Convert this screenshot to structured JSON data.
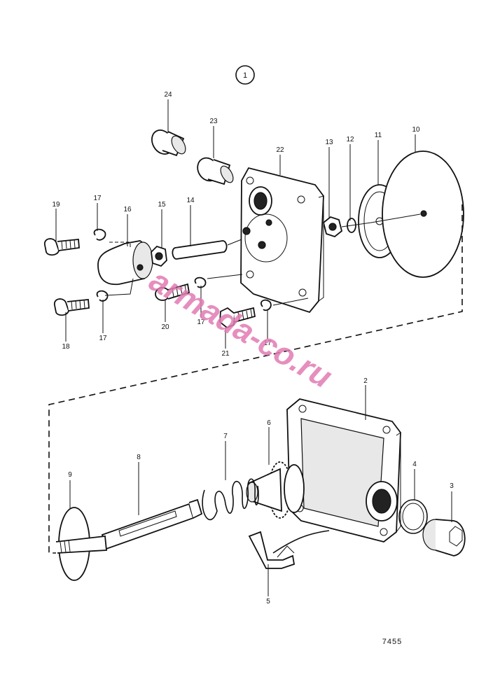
{
  "group_marker": "1",
  "figure_number": "7455",
  "watermark": "armada-co.ru",
  "callouts": {
    "c1": "2",
    "c2": "3",
    "c3": "4",
    "c4": "5",
    "c5": "6",
    "c6": "7",
    "c7": "8",
    "c8": "9",
    "c9": "10",
    "c10": "11",
    "c11": "12",
    "c12": "13",
    "c13": "14",
    "c14": "15",
    "c15": "16",
    "c16": "17",
    "c17": "17",
    "c18": "17",
    "c19": "17",
    "c20": "18",
    "c21": "19",
    "c22": "20",
    "c23": "21",
    "c24": "22",
    "c25": "23",
    "c26": "24"
  }
}
